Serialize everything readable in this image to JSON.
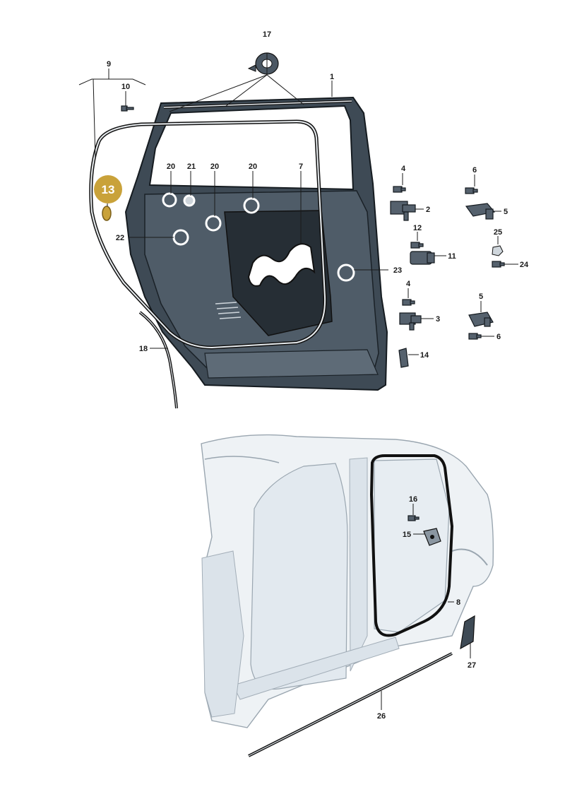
{
  "labels": {
    "l1": "1",
    "l2": "2",
    "l3": "3",
    "l4a": "4",
    "l4b": "4",
    "l5a": "5",
    "l5b": "5",
    "l6a": "6",
    "l6b": "6",
    "l7": "7",
    "l8": "8",
    "l9": "9",
    "l10": "10",
    "l11": "11",
    "l12": "12",
    "l13": "13",
    "l14": "14",
    "l15": "15",
    "l16": "16",
    "l17": "17",
    "l18": "18",
    "l20a": "20",
    "l20b": "20",
    "l20c": "20",
    "l21": "21",
    "l22": "22",
    "l23": "23",
    "l24": "24",
    "l25": "25",
    "l26": "26",
    "l27": "27"
  },
  "colors": {
    "highlight": "#c9a23a",
    "door": "#3e4a55",
    "body": "#eef2f5"
  }
}
